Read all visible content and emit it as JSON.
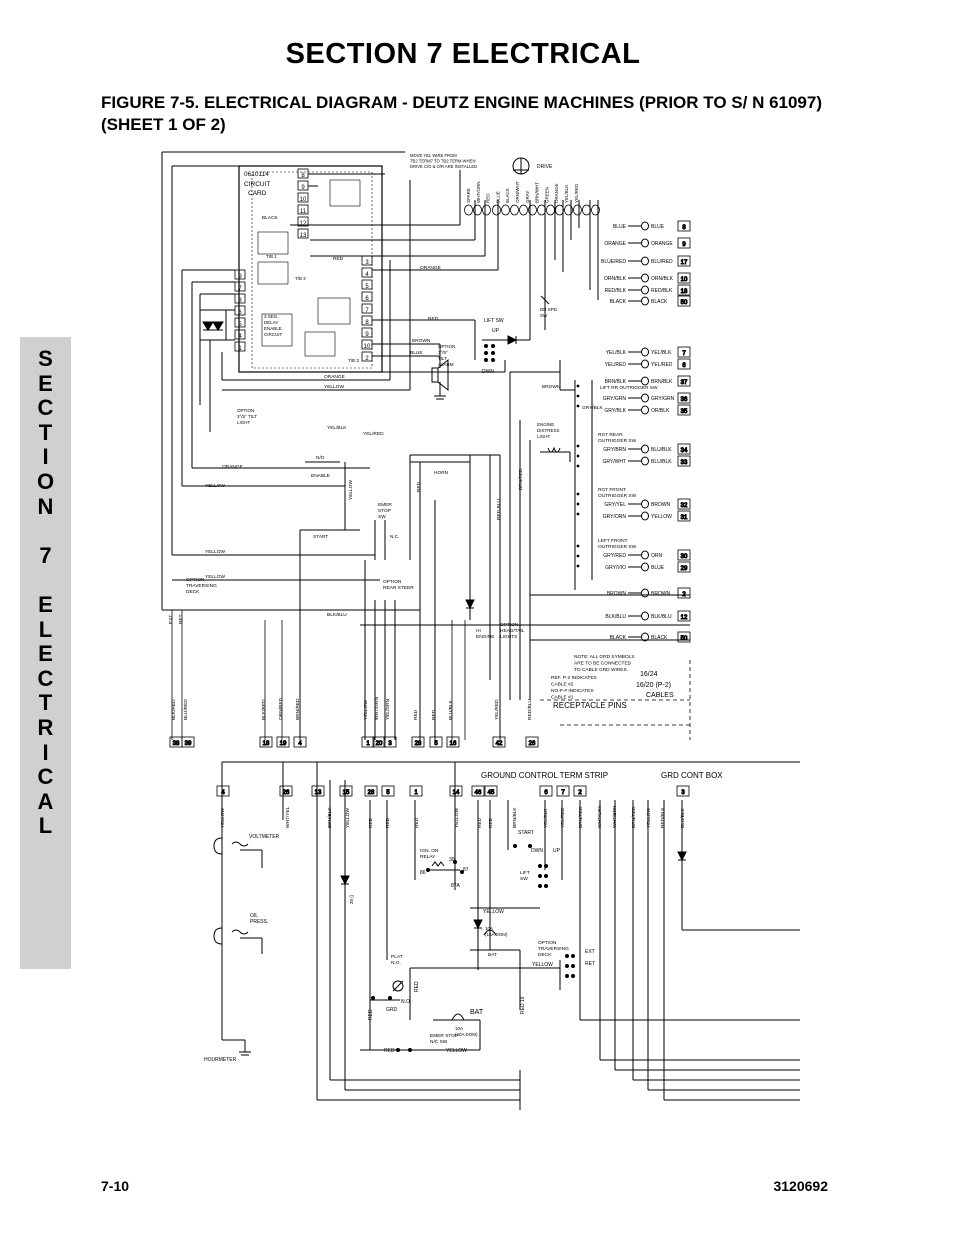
{
  "page": {
    "section_title": "SECTION 7  ELECTRICAL",
    "figure_title": "FIGURE 7-5.    ELECTRICAL DIAGRAM - DEUTZ ENGINE MACHINES (PRIOR TO S/ N 61097) (SHEET 1 OF 2)",
    "side_tab_letters": [
      "S",
      "E",
      "C",
      "T",
      "I",
      "O",
      "N",
      "",
      "7",
      "",
      "E",
      "L",
      "E",
      "C",
      "T",
      "R",
      "I",
      "C",
      "A",
      "L"
    ],
    "page_number": "7-10",
    "doc_number": "3120692"
  },
  "diagram": {
    "circuit_card": {
      "part_number": "0610114",
      "label_line1": "CIRCUIT",
      "label_line2": "CARD",
      "delay_label": [
        "3 SEG.",
        "DELAY",
        "ENABLE",
        "CIRCUIT"
      ],
      "tb_labels": [
        "T/B 1",
        "T/B 2",
        "T/B 3"
      ]
    },
    "notes": {
      "move_wire": [
        "MOVE YEL WIRE FROM",
        "TB2 TERM7 TO TB2 TERM WHEN",
        "DRIVE C/O & O/R ARE INSTALLED"
      ],
      "ground_note": [
        "NOTE: ALL GRD SYMBOLS",
        "ARE TO BE CONNECTED",
        "TO CABLE GRD WIRES."
      ],
      "ref_note": [
        "REF. P-2 INDICATES",
        "CABLE #2",
        "NO P-# INDICATES",
        "CABLE #1"
      ],
      "cables_note": [
        "16/24",
        "16/20 (P-2)",
        "CABLES"
      ],
      "receptacle_pins": "RECEPTACLE PINS"
    },
    "top_terminal_labels": [
      "SPARE",
      "WHT/ORN",
      "RED",
      "BLUE",
      "BLACK",
      "ORN/WHT",
      "GRAY",
      "BRN/WHT",
      "GREEN",
      "ORANGE",
      "YEL/BLK",
      "YEL/RED"
    ],
    "drive_label": "DRIVE",
    "right_connections": [
      {
        "wire": "BLUE",
        "out": "BLUE",
        "pin": "8"
      },
      {
        "wire": "ORANGE",
        "out": "ORANGE",
        "pin": "9"
      },
      {
        "wire": "BLUE/RED",
        "out": "BLU/RED",
        "pin": "17"
      },
      {
        "wire": "ORN/BLK",
        "out": "ORN/BLK",
        "pin": "10"
      },
      {
        "wire": "RED/BLK",
        "out": "RED/BLK",
        "pin": "18"
      },
      {
        "wire": "BLACK",
        "out": "BLACK",
        "pin": "50"
      },
      {
        "wire": "YEL/BLK",
        "out": "YEL/BLK",
        "pin": "7"
      },
      {
        "wire": "YEL/RED",
        "out": "YEL/RED",
        "pin": "6"
      },
      {
        "wire": "BRN/BLK",
        "out": "BRN/BLK",
        "pin": "37"
      },
      {
        "wire": "GRY/GRN",
        "out": "GRY/GRN",
        "pin": "36"
      },
      {
        "wire": "GRY/BLK",
        "out": "OR/BLK",
        "pin": "35"
      },
      {
        "wire": "GRY/BRN",
        "out": "BLU/BLK",
        "pin": "34"
      },
      {
        "wire": "GRY/WHT",
        "out": "BLU/BLK",
        "pin": "33"
      },
      {
        "wire": "GRY/YEL",
        "out": "BROWN",
        "pin": "32"
      },
      {
        "wire": "GRY/ORN",
        "out": "YELLOW",
        "pin": "31"
      },
      {
        "wire": "GRY/RED",
        "out": "ORN",
        "pin": "30"
      },
      {
        "wire": "GRY/VIO",
        "out": "BLUE",
        "pin": "29"
      },
      {
        "wire": "BROWN",
        "out": "BROWN",
        "pin": "2"
      },
      {
        "wire": "BLK/BLU",
        "out": "BLK/BLU",
        "pin": "12"
      },
      {
        "wire": "BLACK",
        "out": "BLACK",
        "pin": "50"
      }
    ],
    "switch_labels": {
      "lift_sw": "LIFT SW",
      "up": "UP",
      "dwn": "DWN",
      "dr_spd": [
        "DR SPD",
        "SW"
      ],
      "tilt_alarm": [
        "OPTION",
        "3°/5°",
        "TILT",
        "ALARM"
      ],
      "tilt_light": [
        "OPTION",
        "3°/5° TILT",
        "LIGHT"
      ],
      "lift_rr_outrigger": "LIFT RR OUTRIGGER SW",
      "engine_distress": [
        "ENGINE",
        "DISTRESS",
        "LIGHT"
      ],
      "rgt_rear_outrigger": [
        "RGT REAR",
        "OUTRIGGER SW"
      ],
      "rgt_front_outrigger": [
        "RGT FRONT",
        "OUTRIGGER SW"
      ],
      "left_front_outrigger": [
        "LEFT FRONT",
        "OUTRIGGER SW"
      ],
      "no_enable": [
        "N/O",
        "ENABLE"
      ],
      "horn": "HORN",
      "emer_stop": [
        "EMER",
        "STOP",
        "SW"
      ],
      "nc": "N.C.",
      "start": "START",
      "option_traversing": [
        "OPTION",
        "TRAVERSING",
        "DECK"
      ],
      "option_rear_steer": [
        "OPTION",
        "REAR STEER"
      ],
      "hi_engine": [
        "HI",
        "ENGINE"
      ],
      "option_head_tail": [
        "OPTION",
        "HEAD/TAIL",
        "LIGHTS"
      ],
      "ext": "EXT",
      "ret": "RET"
    },
    "middle_wire_labels": [
      "BLACK",
      "RED",
      "ORANGE",
      "BROWN",
      "BLUE",
      "ORANGE",
      "YELLOW",
      "YEL/BLK",
      "YEL/RED",
      "ORANGE",
      "YELLOW",
      "YELLOW",
      "YELLOW",
      "BLK/BLU",
      "RED",
      "BROWN",
      "GRY/BLK",
      "YELLOW",
      "RED",
      "RED BLU",
      "BRN/RED"
    ],
    "bottom_receptacle_pins": [
      {
        "label": "BLK/RED",
        "pin": "38"
      },
      {
        "label": "BLU/RED",
        "pin": "39"
      },
      {
        "label": "BLK/RED",
        "pin": "18"
      },
      {
        "label": "ORN/RED",
        "pin": "19"
      },
      {
        "label": "BRN/RED",
        "pin": "4"
      },
      {
        "label": "YELLOW",
        "pin": "1"
      },
      {
        "label": "WHT/GRN",
        "pin": "20"
      },
      {
        "label": "YEL/GRN",
        "pin": "3"
      },
      {
        "label": "RED",
        "pin": "28"
      },
      {
        "label": "RED",
        "pin": "5"
      },
      {
        "label": "BLU/BLK",
        "pin": "16"
      },
      {
        "label": "YEL/RED",
        "pin": "42"
      },
      {
        "label": "RED/BLU",
        "pin": "26"
      }
    ],
    "ground_control": {
      "term_strip": "GROUND CONTROL TERM STRIP",
      "box": "GRD CONT BOX",
      "terminals": [
        "4",
        "26",
        "13",
        "15",
        "28",
        "5",
        "1",
        "14",
        "46",
        "45",
        "6",
        "7",
        "2",
        "3"
      ],
      "wire_labels": [
        "YELLOW",
        "WHT/YEL",
        "BRN/BLK",
        "YELLOW",
        "RED",
        "RED",
        "RED",
        "YELLOW",
        "RED",
        "RED",
        "BRN/BLK",
        "YEL/BLK",
        "YEL/RED",
        "BRN/RED",
        "WHT/GRY",
        "WHT/BRN",
        "BRN/RED",
        "YELLOW",
        "RED/BLK",
        "BLU/BLK"
      ],
      "voltmeter": "VOLTMETER",
      "oil_press": [
        "OIL",
        "PRESS."
      ],
      "hourmeter": "HOURMETER",
      "ign_relay": [
        "IGN. ON",
        "RELAY"
      ],
      "relay_pins": [
        "30",
        "87",
        "86",
        "85",
        "87A"
      ],
      "start": "START",
      "dwn": "DWN",
      "up": "UP",
      "lift_sw": [
        "LIFT",
        "SW"
      ],
      "fuse_10a": [
        "10A",
        "(15A DOM)"
      ],
      "bat": "BAT",
      "fuse_bat": [
        "10A",
        "(20A DOM)"
      ],
      "option_traversing": [
        "OPTION",
        "TRAVERSING",
        "DECK"
      ],
      "ext": "EXT",
      "ret": "RET",
      "plat": [
        "PLAT",
        "N.O."
      ],
      "grd": "GRD",
      "no_switch": "N.O.",
      "emer_stop": [
        "EMER STOP",
        "N/C    SW"
      ],
      "red": "RED",
      "yellow": "YELLOW",
      "red19": "RED 19",
      "diode_label": "20 ()"
    }
  }
}
